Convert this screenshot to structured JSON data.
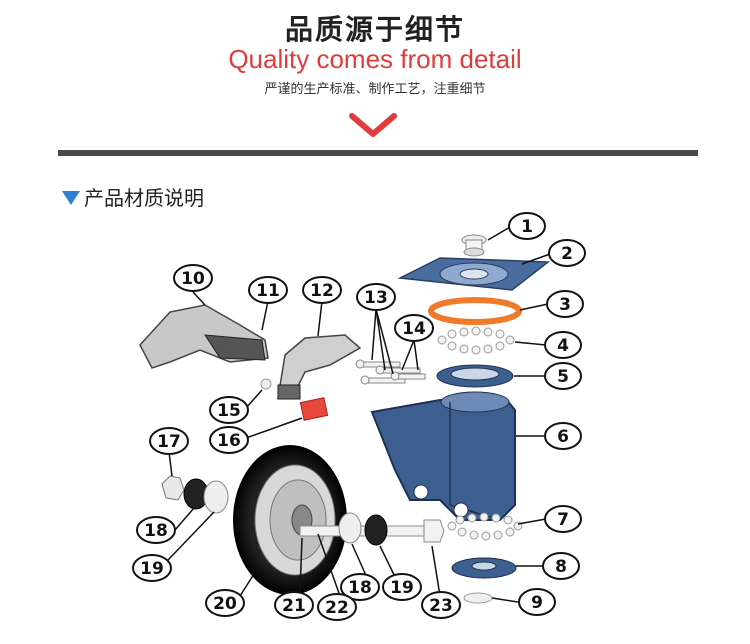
{
  "header": {
    "title_cn": "品质源于细节",
    "title_en": "Quality comes from detail",
    "subtitle": "严谨的生产标准、制作工艺，注重细节"
  },
  "section": {
    "title": "产品材质说明"
  },
  "colors": {
    "accent_red": "#e23b3b",
    "accent_blue": "#2f7fd6",
    "caster_blue": "#3d5f8f",
    "ring_orange": "#f07a2a"
  },
  "callouts": [
    "1",
    "2",
    "3",
    "4",
    "5",
    "6",
    "7",
    "8",
    "9",
    "10",
    "11",
    "12",
    "13",
    "14",
    "15",
    "16",
    "17",
    "18",
    "19",
    "18",
    "19",
    "20",
    "21",
    "22",
    "23"
  ]
}
